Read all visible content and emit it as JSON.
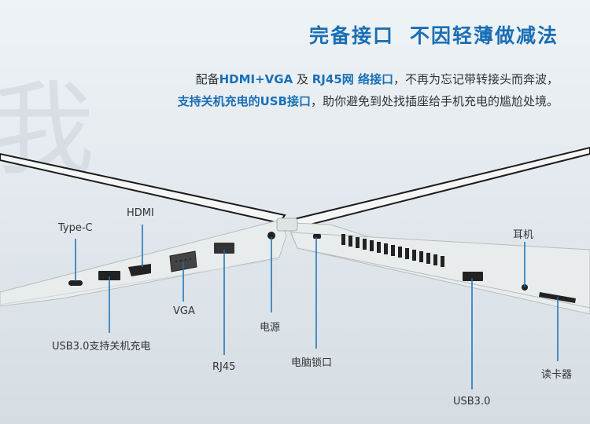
{
  "heading": {
    "part1": "完备接口",
    "part2": "不因轻薄做减法"
  },
  "desc": {
    "line1": {
      "t1": "配备",
      "h1": "HDMI+VGA",
      "t2": " 及 ",
      "h2": "RJ45网 络接口",
      "t3": "，不再为忘记带转接头而奔波，"
    },
    "line2": {
      "h1": "支持关机充电的USB接口",
      "t1": "，助你避免到处找插座给手机充电的尴尬处境。"
    }
  },
  "ports": {
    "typec": "Type-C",
    "hdmi": "HDMI",
    "vga": "VGA",
    "usb_charge": "USB3.0支持关机充电",
    "rj45": "RJ45",
    "power": "电源",
    "lock": "电脑锁口",
    "usb30": "USB3.0",
    "headphone": "耳机",
    "card_reader": "读卡器"
  },
  "colors": {
    "accent": "#1a6fb5",
    "text": "#333333",
    "laptop": "#e9ecec"
  }
}
